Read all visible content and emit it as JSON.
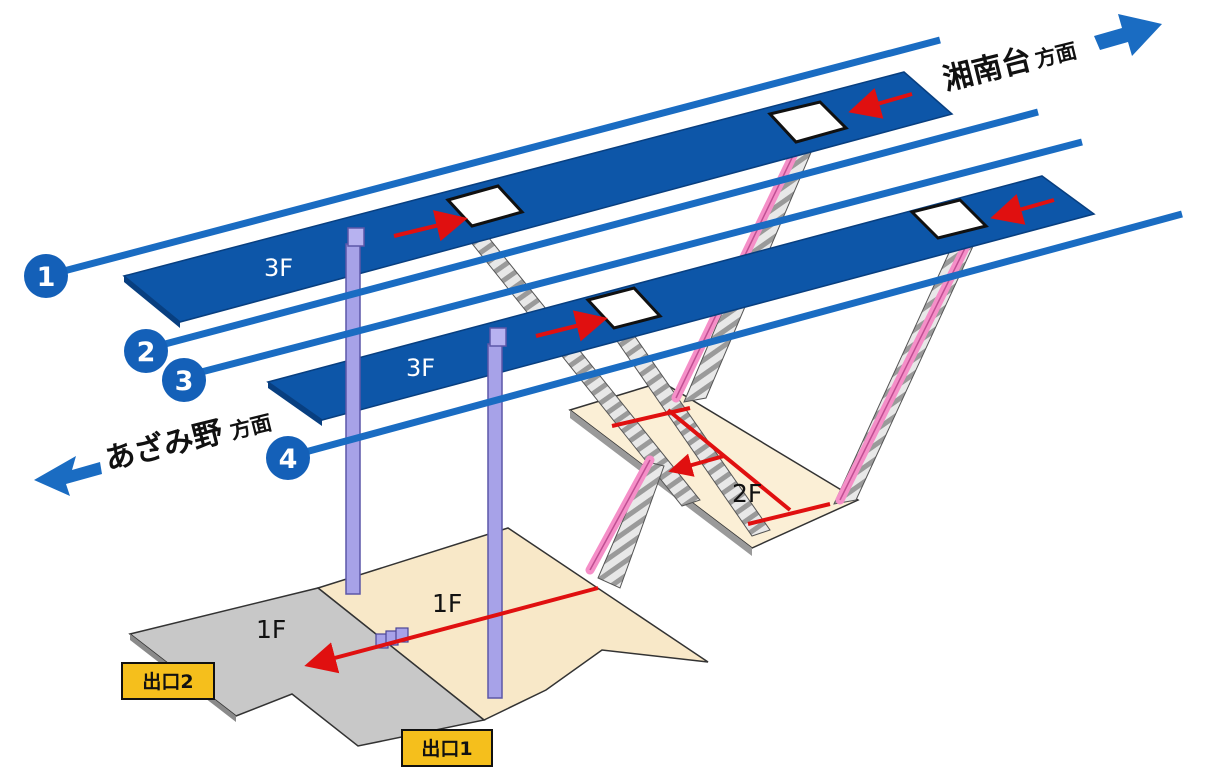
{
  "diagram": {
    "floors": {
      "upper_platform": "3F",
      "lower_platform": "3F",
      "concourse": "2F",
      "ground_floor": "1F",
      "ground_floor_gray": "1F"
    },
    "directions": {
      "shonandai_name": "湘南台",
      "shonandai_suffix": "方面",
      "azamino_name": "あざみ野",
      "azamino_suffix": "方面"
    },
    "tracks": [
      {
        "number": "1"
      },
      {
        "number": "2"
      },
      {
        "number": "3"
      },
      {
        "number": "4"
      }
    ],
    "exits": {
      "exit1": "出口1",
      "exit2": "出口2"
    },
    "colors": {
      "platform": "#0d56a8",
      "track_line": "#1a6cc2",
      "badge": "#1460b8",
      "concourse_floor": "#fbefd6",
      "ground_floor": "#f8e8c8",
      "gray_floor": "#c8c8c8",
      "pillar": "#a7a2e8",
      "escalator": "#f58fc8",
      "route_arrow": "#e01010",
      "exit_sign": "#f5bf1c"
    }
  }
}
